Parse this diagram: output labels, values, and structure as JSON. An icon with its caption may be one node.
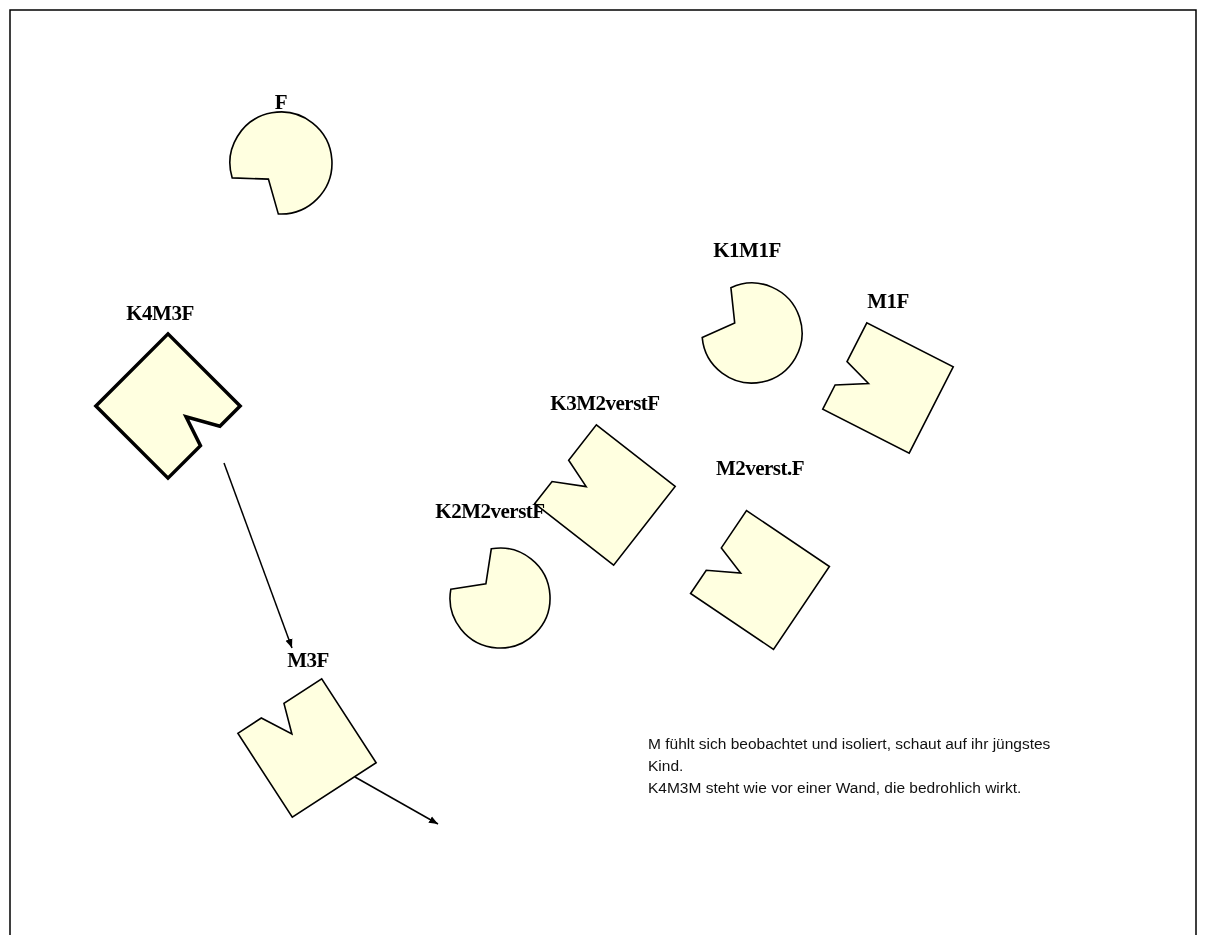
{
  "diagram": {
    "nodes": [
      {
        "text": [
          "F"
        ]
      },
      {
        "text": [
          "K4M3F"
        ]
      },
      {
        "text": [
          "K1M1F"
        ]
      },
      {
        "text": [
          "M1F"
        ]
      },
      {
        "text": [
          "K3M2verstF"
        ]
      },
      {
        "text": [
          "K2M2verstF"
        ]
      },
      {
        "text": [
          "M2verst.F"
        ]
      },
      {
        "text": [
          "M3F"
        ]
      }
    ],
    "edges": [
      {
        "from": 1,
        "to": 7,
        "arrow": "to"
      },
      {
        "from": 7,
        "to": null,
        "arrow": "to"
      }
    ],
    "labels": [
      "M fühlt sich beobachtet und isoliert, schaut auf ihr jüngstes Kind.",
      "K4M3M steht wie vor einer Wand, die bedrohlich wirkt."
    ]
  }
}
